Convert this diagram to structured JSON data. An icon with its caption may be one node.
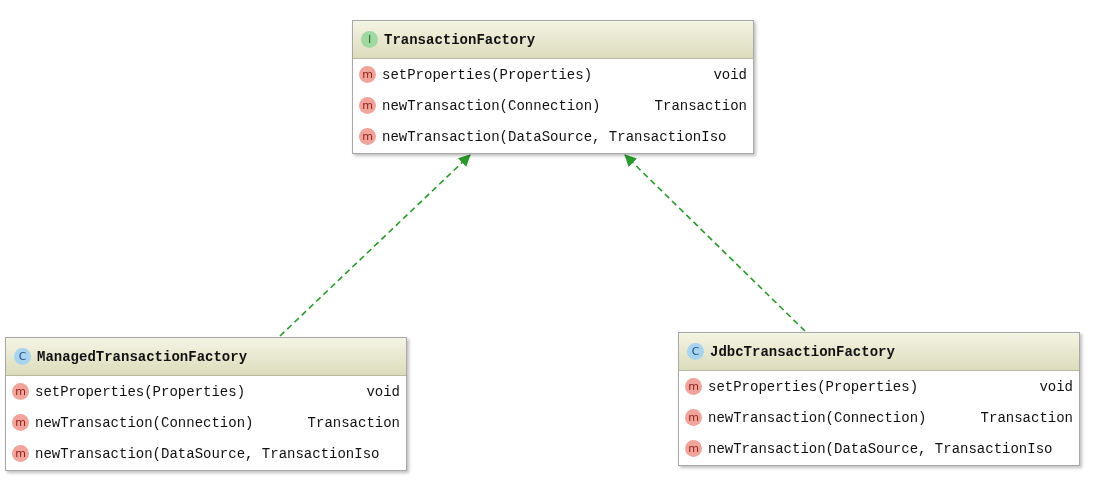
{
  "diagram": {
    "nodes": [
      {
        "text": [
          "TransactionFactory",
          "setProperties(Properties)",
          "void",
          "newTransaction(Connection)",
          "Transaction",
          "newTransaction(DataSource, TransactionIso"
        ]
      },
      {
        "text": [
          "ManagedTransactionFactory",
          "setProperties(Properties)",
          "void",
          "newTransaction(Connection)",
          "Transaction",
          "newTransaction(DataSource, TransactionIso"
        ]
      },
      {
        "text": [
          "JdbcTransactionFactory",
          "setProperties(Properties)",
          "void",
          "newTransaction(Connection)",
          "Transaction",
          "newTransaction(DataSource, TransactionIso"
        ]
      }
    ],
    "edges": [
      {
        "from": 1,
        "to": 0,
        "arrow": "to",
        "style": "dashed"
      },
      {
        "from": 2,
        "to": 0,
        "arrow": "to",
        "style": "dashed"
      }
    ],
    "labels": [
      "I",
      "m",
      "m",
      "m",
      "C",
      "m",
      "m",
      "m",
      "C",
      "m",
      "m",
      "m"
    ]
  }
}
